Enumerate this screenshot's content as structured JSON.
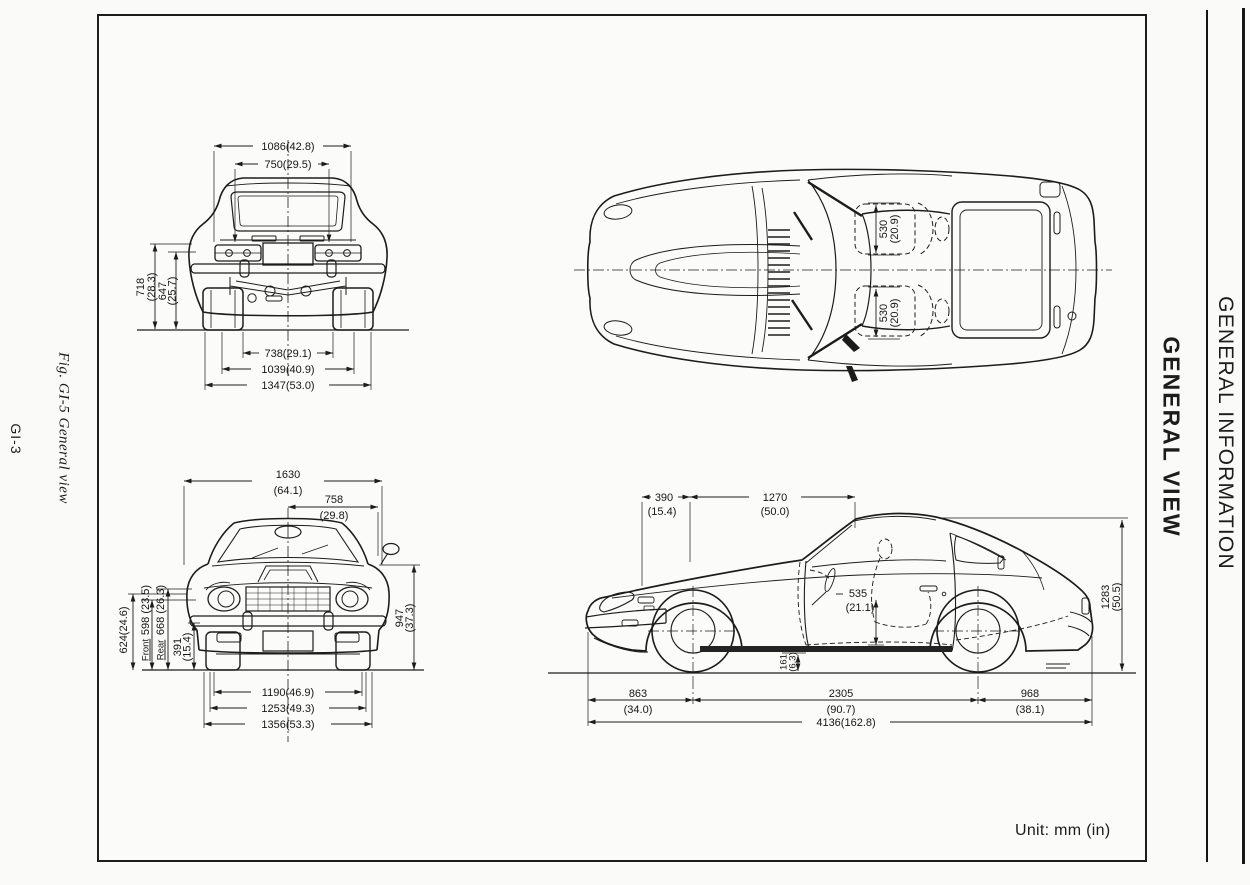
{
  "page": {
    "unit_label": "Unit:  mm (in)",
    "figure_caption": "Fig. GI-5  General view",
    "page_number": "GI-3",
    "tab_title": "GENERAL INFORMATION",
    "section_title": "GENERAL VIEW",
    "colors": {
      "ink": "#1c1c1c",
      "paper": "#fafaf8"
    }
  },
  "rear_view": {
    "width_upper": "1086(42.8)",
    "width_inner": "750(29.5)",
    "height_outer_mm": "718",
    "height_outer_in": "(28.3)",
    "height_inner_mm": "647",
    "height_inner_in": "(25.7)",
    "lower_inner": "738(29.1)",
    "lower_mid": "1039(40.9)",
    "lower_outer": "1347(53.0)"
  },
  "top_view": {
    "seat_front_mm": "530",
    "seat_front_in": "(20.9)",
    "seat_rear_mm": "530",
    "seat_rear_in": "(20.9)"
  },
  "front_view": {
    "overall_width_mm": "1630",
    "overall_width_in": "(64.1)",
    "hood_width_mm": "758",
    "hood_width_in": "(29.8)",
    "left_dim1": "624(24.6)",
    "left_dim2_label": "Front",
    "left_dim2": "598 (23.5)",
    "left_dim3_label": "Rear",
    "left_dim3": "668 (26.3)",
    "left_dim4_mm": "391",
    "left_dim4_in": "(15.4)",
    "height_mm": "947",
    "height_in": "(37.3)",
    "lower_inner": "1190(46.9)",
    "lower_mid": "1253(49.3)",
    "lower_outer": "1356(53.3)"
  },
  "side_view": {
    "dim_390_mm": "390",
    "dim_390_in": "(15.4)",
    "dim_1270_mm": "1270",
    "dim_1270_in": "(50.0)",
    "dim_535_mm": "535",
    "dim_535_in": "(21.1)",
    "sill_mm": "161",
    "sill_in": "(6.3)",
    "height_mm": "1283",
    "height_in": "(50.5)",
    "front_overhang_mm": "863",
    "front_overhang_in": "(34.0)",
    "wheelbase_mm": "2305",
    "wheelbase_in": "(90.7)",
    "rear_overhang_mm": "968",
    "rear_overhang_in": "(38.1)",
    "overall_length": "4136(162.8)"
  }
}
